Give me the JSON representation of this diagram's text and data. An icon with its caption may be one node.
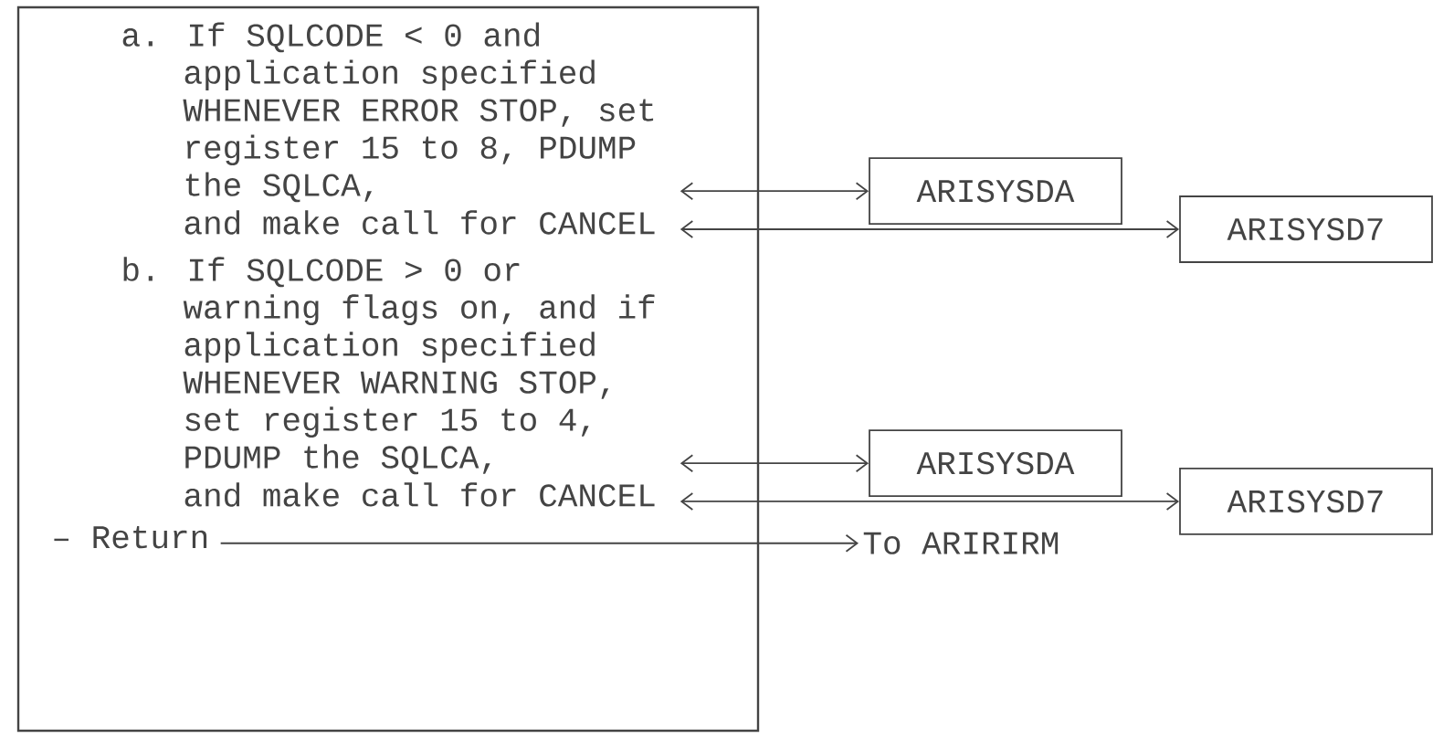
{
  "diagram": {
    "nodes": [
      {
        "text": [],
        "shape": "box"
      },
      {
        "text": [
          "a. If SQLCODE < 0 and application specified WHENEVER ERROR STOP, set register 15 to 8, PDUMP the SQLCA,"
        ],
        "in": 0
      },
      {
        "text": [
          "and make call for CANCEL"
        ],
        "in": 0
      },
      {
        "text": [
          "b. If SQLCODE > 0 or warning flags on, and if application specified WHENEVER WARNING STOP, set register 15 to 4, PDUMP the SQLCA,"
        ],
        "in": 0
      },
      {
        "text": [
          "and make call for CANCEL"
        ],
        "in": 0
      },
      {
        "text": [
          "– Return"
        ],
        "in": 0
      },
      {
        "text": [
          "ARISYSDA"
        ]
      },
      {
        "text": [
          "ARISYSD7"
        ]
      },
      {
        "text": [
          "ARISYSDA"
        ]
      },
      {
        "text": [
          "ARISYSD7"
        ]
      },
      {
        "text": [
          "To ARIRIRM"
        ]
      }
    ],
    "edges": [
      {
        "from": 1,
        "to": 6,
        "arrow": "both"
      },
      {
        "from": 2,
        "to": 7,
        "arrow": "both"
      },
      {
        "from": 3,
        "to": 8,
        "arrow": "both"
      },
      {
        "from": 4,
        "to": 9,
        "arrow": "both"
      },
      {
        "from": 5,
        "to": 10,
        "arrow": "to"
      }
    ]
  }
}
